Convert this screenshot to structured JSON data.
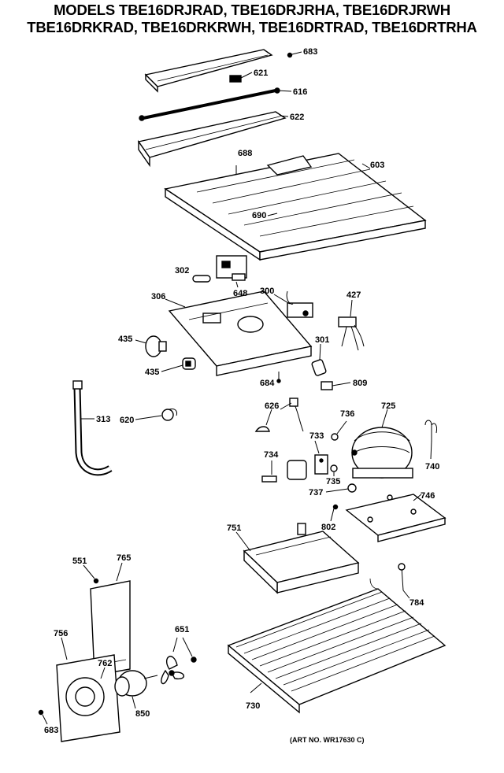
{
  "title": {
    "line1": "MODELS TBE16DRJRAD, TBE16DRJRHA, TBE16DRJRWH",
    "line2": "TBE16DRKRAD, TBE16DRKRWH, TBE16DRTRAD, TBE16DRTRHA"
  },
  "parts": {
    "p683a": "683",
    "p621": "621",
    "p616": "616",
    "p622": "622",
    "p688": "688",
    "p603": "603",
    "p690": "690",
    "p302": "302",
    "p648": "648",
    "p306": "306",
    "p300": "300",
    "p427": "427",
    "p435a": "435",
    "p435b": "435",
    "p301": "301",
    "p684": "684",
    "p809": "809",
    "p313": "313",
    "p620": "620",
    "p626": "626",
    "p736": "736",
    "p725": "725",
    "p733": "733",
    "p740": "740",
    "p734": "734",
    "p735": "735",
    "p737": "737",
    "p746": "746",
    "p802": "802",
    "p751": "751",
    "p551": "551",
    "p765": "765",
    "p784": "784",
    "p756": "756",
    "p651": "651",
    "p762": "762",
    "p850": "850",
    "p730": "730",
    "p683b": "683"
  },
  "art_no": "(ART NO. WR17630 C)"
}
